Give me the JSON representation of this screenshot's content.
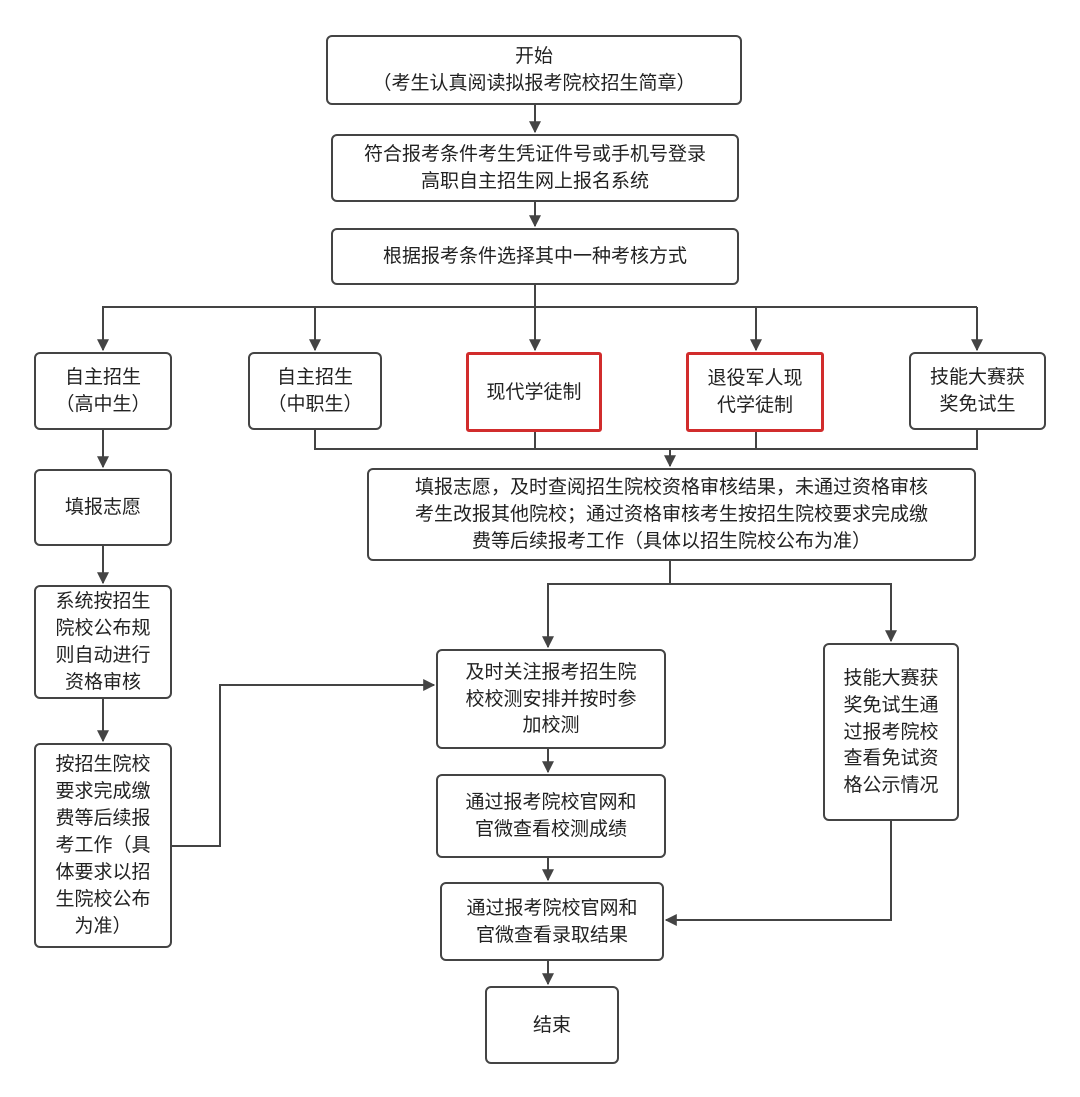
{
  "colors": {
    "line": "#444444",
    "highlight": "#d12c2c"
  },
  "nodes": {
    "start": "开始\n（考生认真阅读拟报考院校招生简章）",
    "login": "符合报考条件考生凭证件号或手机号登录\n高职自主招生网上报名系统",
    "choose": "根据报考条件选择其中一种考核方式",
    "opt_high": "自主招生\n（高中生）",
    "opt_voc": "自主招生\n（中职生）",
    "opt_apprentice": "现代学徒制",
    "opt_veteran": "退役军人现\n代学徒制",
    "opt_skill": "技能大赛获\n奖免试生",
    "fill_wish": "填报志愿",
    "review_info": "填报志愿，及时查阅招生院校资格审核结果，未通过资格审核\n考生改报其他院校；通过资格审核考生按招生院校要求完成缴\n费等后续报考工作（具体以招生院校公布为准）",
    "auto_review": "系统按招生\n院校公布规\n则自动进行\n资格审核",
    "pay_followup": "按招生院校\n要求完成缴\n费等后续报\n考工作（具\n体要求以招\n生院校公布\n为准）",
    "attend_test": "及时关注报考招生院\n校校测安排并按时参\n加校测",
    "skill_check": "技能大赛获\n奖免试生通\n过报考院校\n查看免试资\n格公示情况",
    "check_score": "通过报考院校官网和\n官微查看校测成绩",
    "check_result": "通过报考院校官网和\n官微查看录取结果",
    "end": "结束"
  }
}
